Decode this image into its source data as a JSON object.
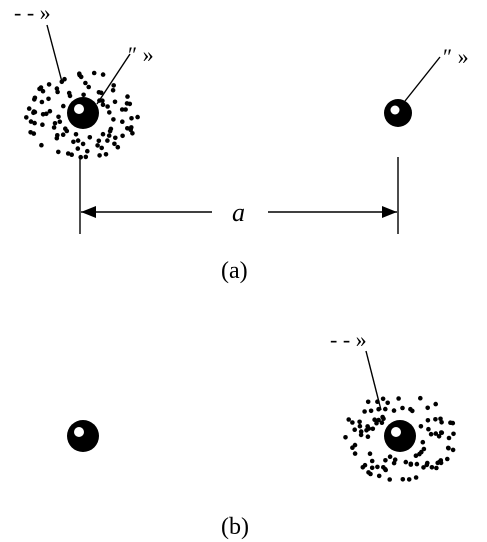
{
  "panels": [
    {
      "caption": "(a)",
      "distance_label": "a",
      "left_atom": {
        "cloud_label": "- - »",
        "nucleus_label": "″  »"
      },
      "right_atom": {
        "nucleus_label": "″  »"
      }
    },
    {
      "caption": "(b)",
      "right_atom": {
        "cloud_label": "- - »"
      }
    }
  ],
  "colors": {
    "ink": "#000000",
    "paper": "#ffffff"
  }
}
